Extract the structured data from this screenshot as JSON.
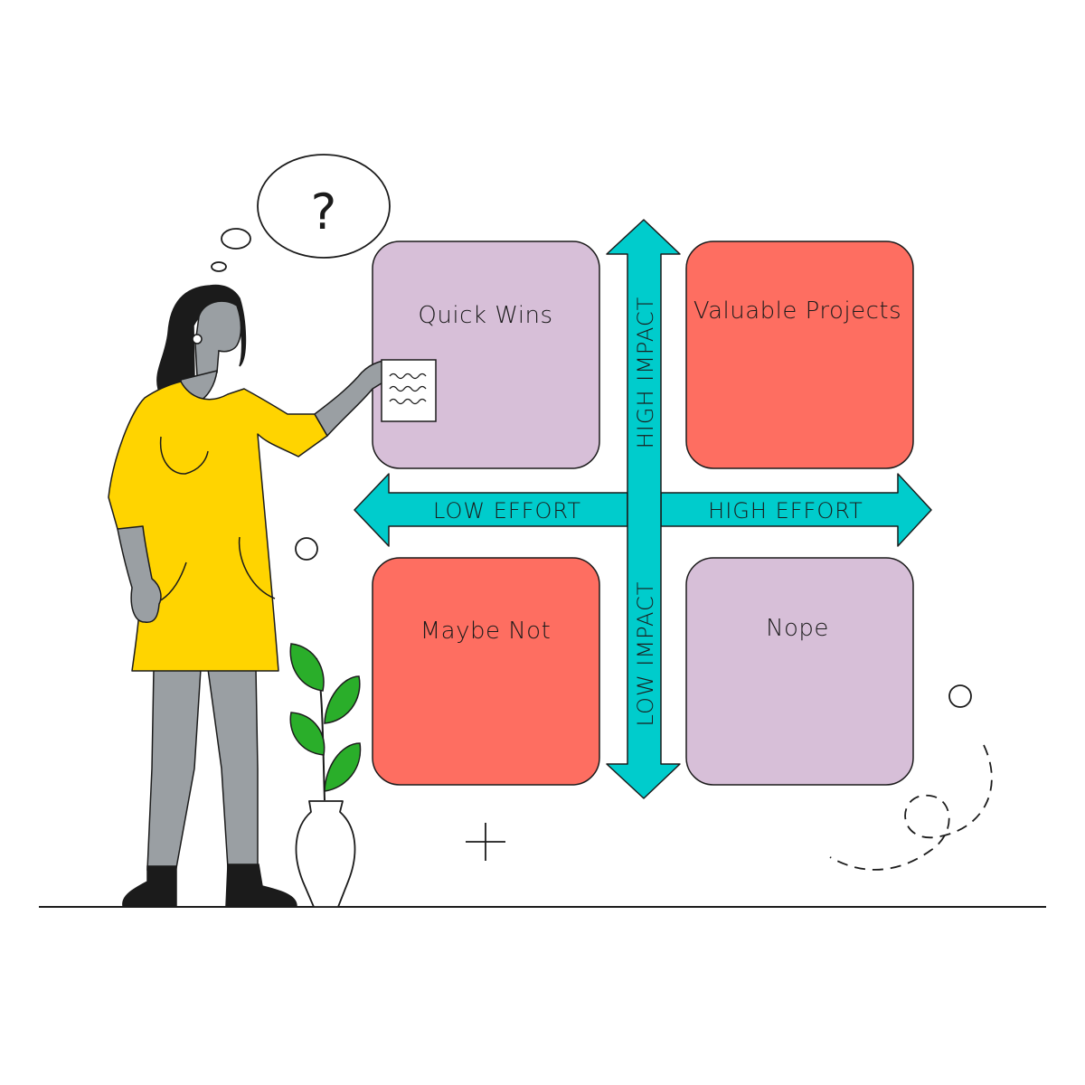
{
  "thought_bubble": {
    "symbol": "?"
  },
  "matrix": {
    "quadrants": [
      {
        "id": "top-left",
        "label": "Quick Wins",
        "color": "#d7bfd8"
      },
      {
        "id": "top-right",
        "label": "Valuable Projects",
        "color": "#fe6e61"
      },
      {
        "id": "bottom-left",
        "label": "Maybe Not",
        "color": "#fe6e61"
      },
      {
        "id": "bottom-right",
        "label": "Nope",
        "color": "#d7bfd8"
      }
    ],
    "axes": {
      "horizontal": {
        "left_label": "LOW EFFORT",
        "right_label": "HIGH EFFORT"
      },
      "vertical": {
        "top_label": "HIGH IMPACT",
        "bottom_label": "LOW IMPACT"
      },
      "color": "#00cccc"
    }
  },
  "colors": {
    "dress": "#ffd400",
    "skin": "#9a9fa3",
    "hair": "#1b1b1b",
    "plant": "#2aae2a",
    "outline": "#1b1b1b"
  },
  "icons": [
    "thought-bubble-icon",
    "sticky-note-icon",
    "plant-icon",
    "vase-icon",
    "plus-sparkle-icon",
    "circle-sparkle-icon",
    "dashed-path-icon"
  ]
}
